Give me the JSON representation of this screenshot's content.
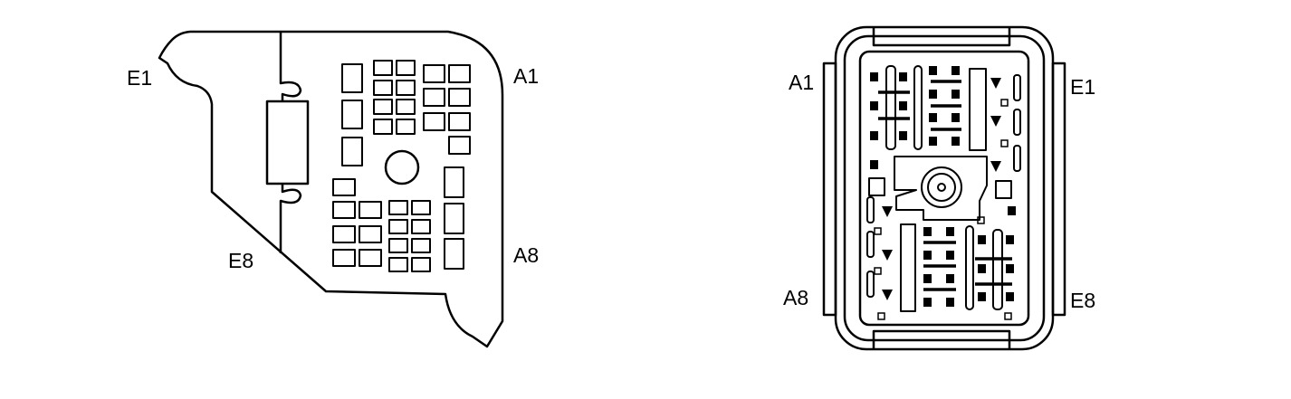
{
  "left_connector": {
    "labels": {
      "e1": "E1",
      "a1": "A1",
      "e8": "E8",
      "a8": "A8"
    }
  },
  "right_connector": {
    "labels": {
      "a1": "A1",
      "e1": "E1",
      "a8": "A8",
      "e8": "E8"
    }
  },
  "colors": {
    "line": "#000000",
    "background": "#ffffff"
  }
}
